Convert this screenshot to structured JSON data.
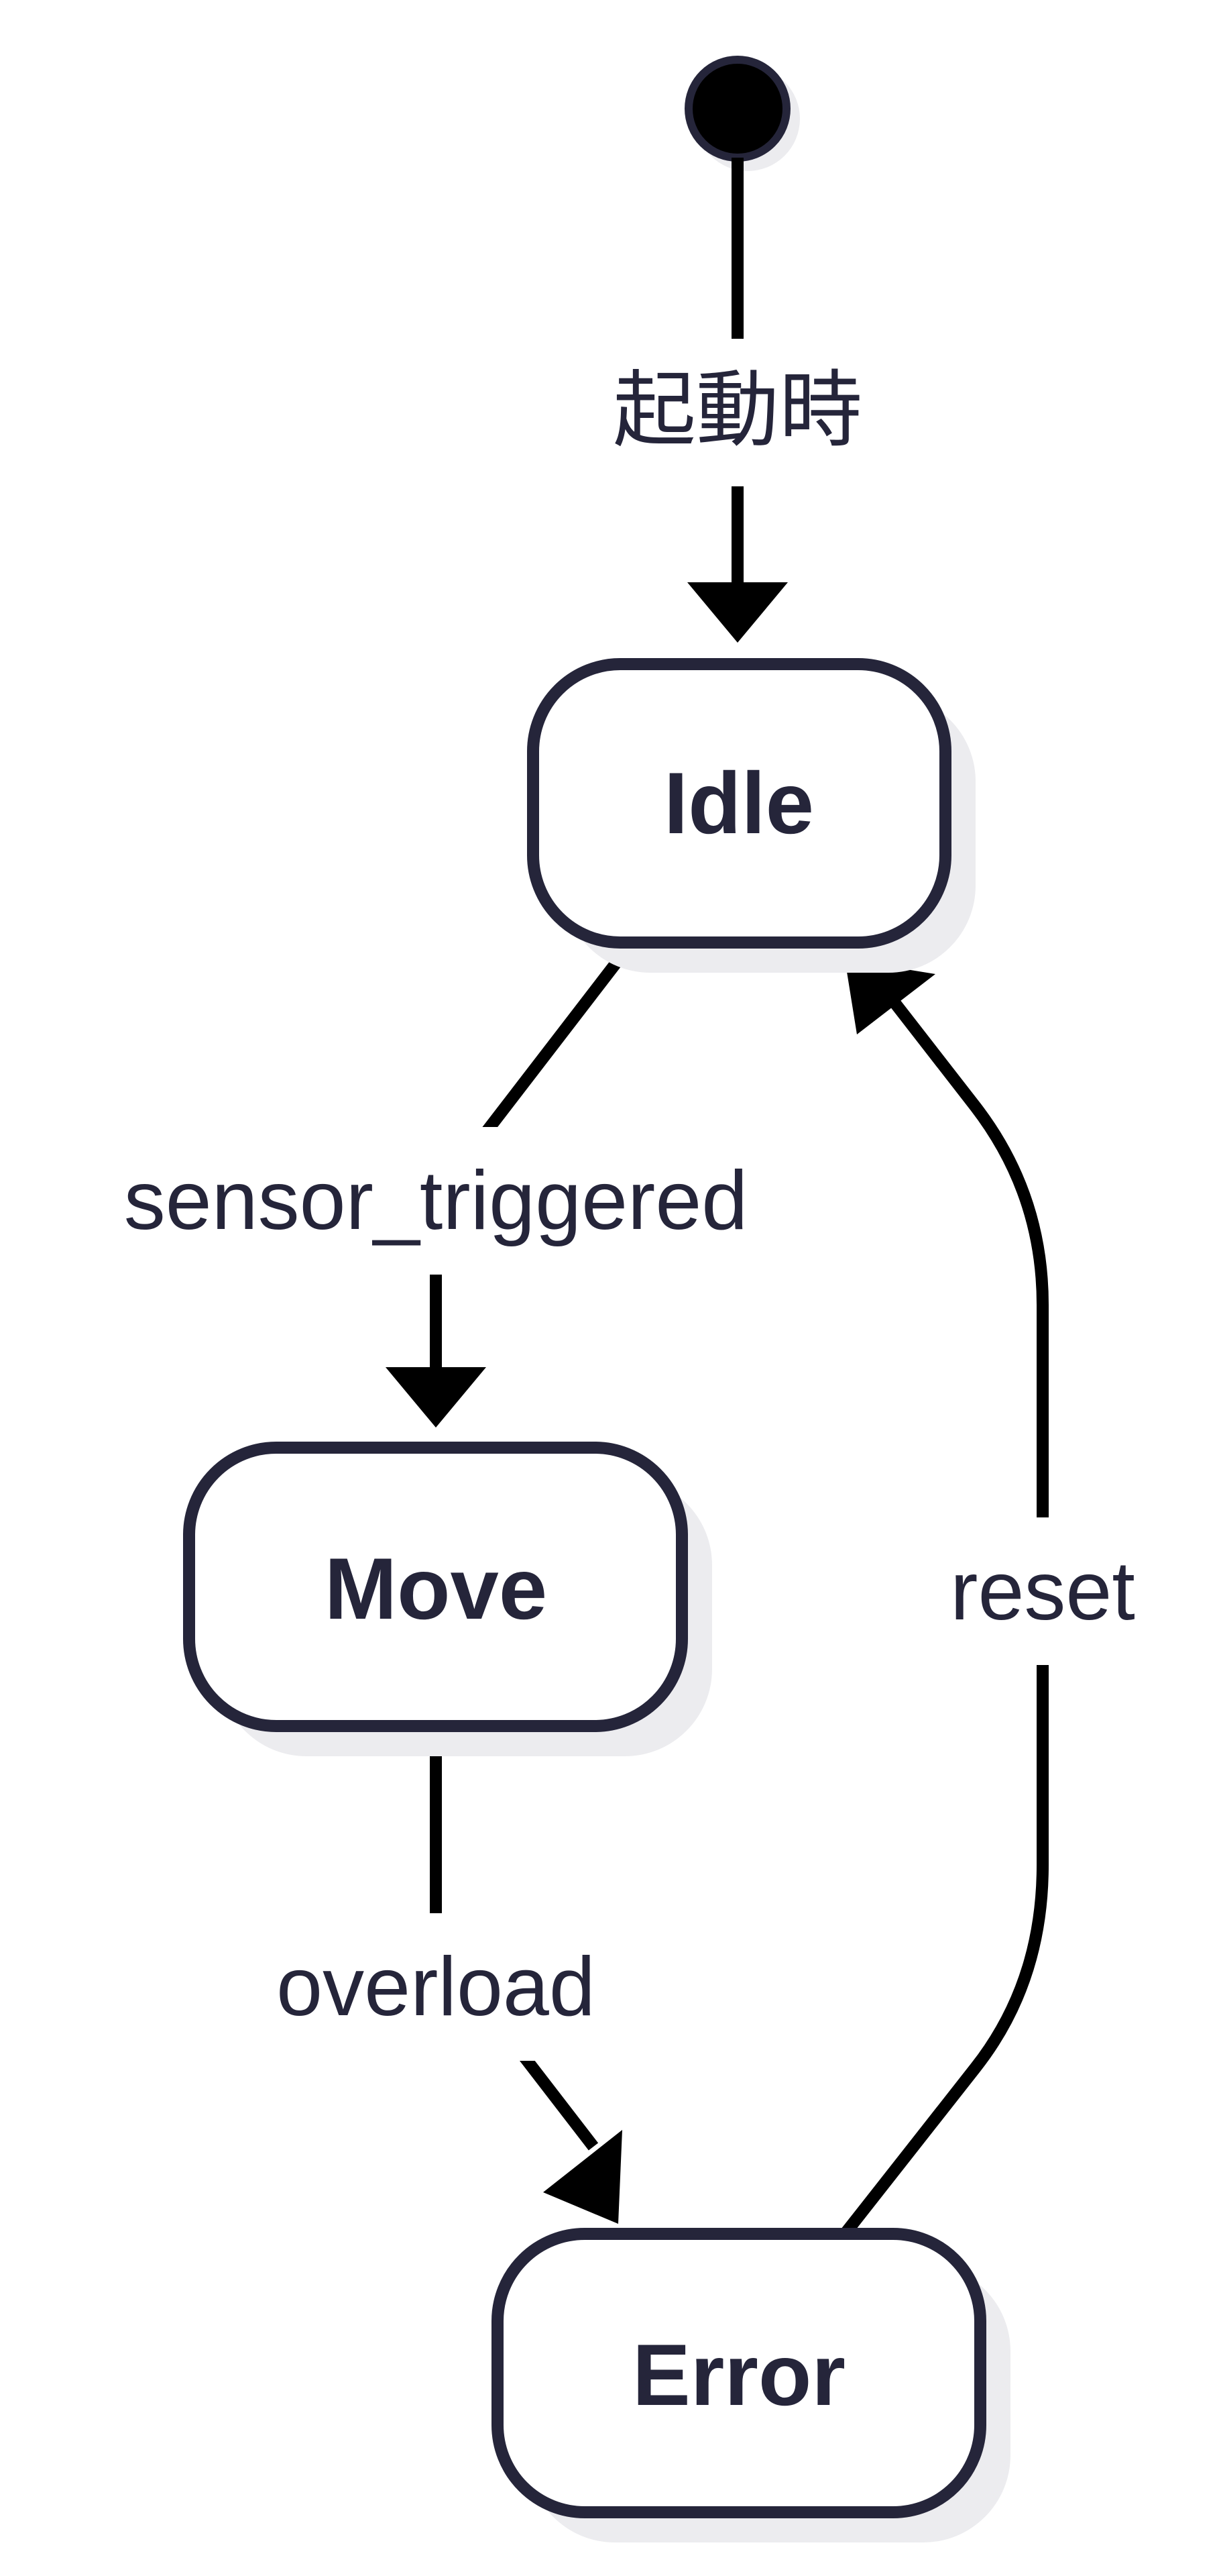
{
  "states": {
    "idle": {
      "label": "Idle"
    },
    "move": {
      "label": "Move"
    },
    "error": {
      "label": "Error"
    }
  },
  "transitions": {
    "start_to_idle": {
      "label": "起動時"
    },
    "idle_to_move": {
      "label": "sensor_triggered"
    },
    "move_to_error": {
      "label": "overload"
    },
    "error_to_idle": {
      "label": "reset"
    }
  },
  "colors": {
    "state_border": "#25253a",
    "text": "#25253a",
    "edge": "#000000",
    "shadow": "#ececef"
  }
}
